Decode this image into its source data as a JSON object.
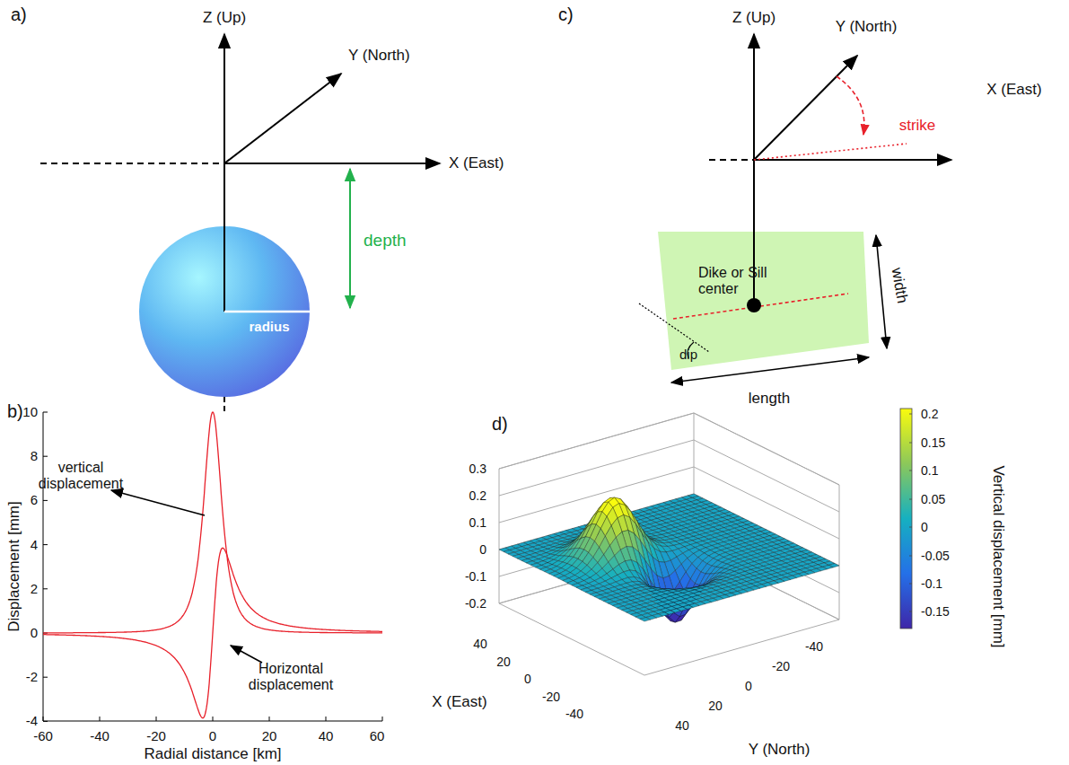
{
  "diagram": {
    "nodes": [
      {
        "text": [
          "radius"
        ]
      },
      {
        "text": [
          "Dike or Sill center",
          "dip"
        ]
      }
    ],
    "labels": [
      "a)",
      "Z (Up)",
      "Y (North)",
      "X (East)",
      "depth",
      "b)",
      "10",
      "8",
      "6",
      "4",
      "2",
      "0",
      "-2",
      "-4",
      "-60",
      "-40",
      "-20",
      "0",
      "20",
      "40",
      "60",
      "Displacement [mm]",
      "Radial distance [km]",
      "vertical displacement",
      "Horizontal displacement",
      "c)",
      "Z (Up)",
      "Y (North)",
      "X (East)",
      "strike",
      "width",
      "length",
      "d)",
      "0.3",
      "0.2",
      "0.1",
      "0",
      "-0.1",
      "-0.2",
      "40",
      "20",
      "0",
      "-20",
      "-40",
      "-40",
      "-20",
      "0",
      "20",
      "40",
      "X (East)",
      "Y (North)",
      "0.2",
      "0.15",
      "0.1",
      "0.05",
      "0",
      "-0.05",
      "-0.1",
      "-0.15",
      "Vertical displacement [mm]"
    ]
  }
}
